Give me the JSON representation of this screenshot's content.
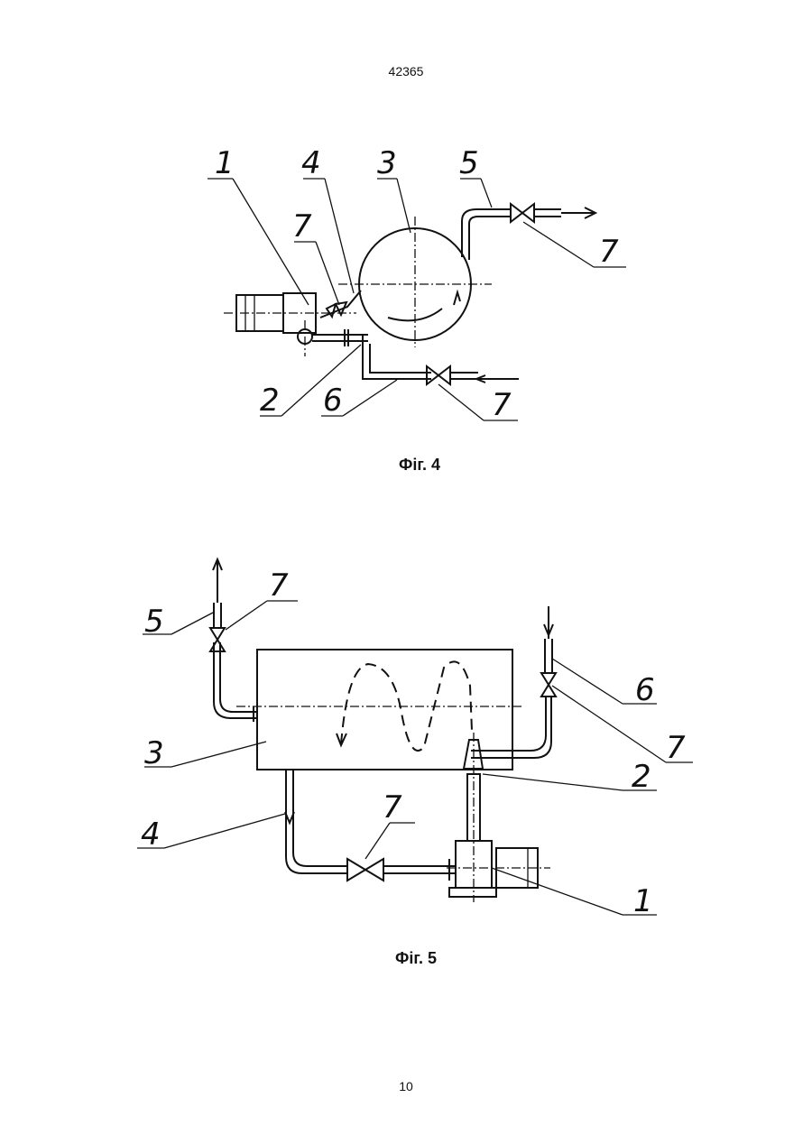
{
  "header": {
    "doc_number": "42365"
  },
  "footer": {
    "page_number": "10"
  },
  "figure4": {
    "caption": "Фіг. 4",
    "labels": {
      "l1": "1",
      "l2": "2",
      "l3": "3",
      "l4": "4",
      "l5": "5",
      "l6": "6",
      "l7a": "7",
      "l7b": "7",
      "l7c": "7"
    }
  },
  "figure5": {
    "caption": "Фіг. 5",
    "labels": {
      "l1": "1",
      "l2": "2",
      "l3": "3",
      "l4": "4",
      "l5": "5",
      "l6": "6",
      "l7a": "7",
      "l7b": "7",
      "l7c": "7"
    }
  }
}
